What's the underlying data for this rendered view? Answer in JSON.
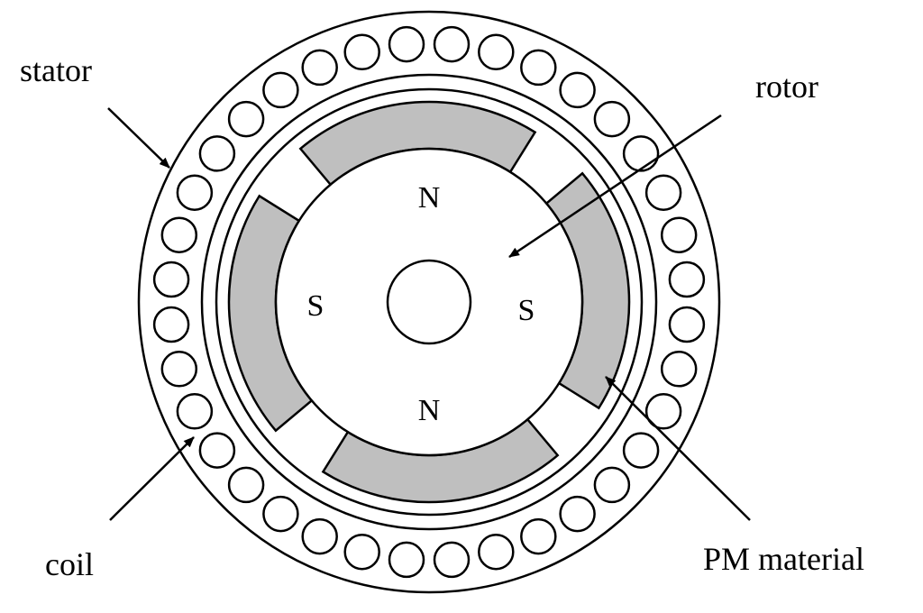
{
  "labels": {
    "stator": "stator",
    "rotor": "rotor",
    "coil": "coil",
    "pm_material": "PM material"
  },
  "poles": {
    "top": "N",
    "bottom": "N",
    "left": "S",
    "right": "S"
  },
  "colors": {
    "line": "#000000",
    "background": "#ffffff",
    "magnet_fill": "#bfbfbf"
  }
}
